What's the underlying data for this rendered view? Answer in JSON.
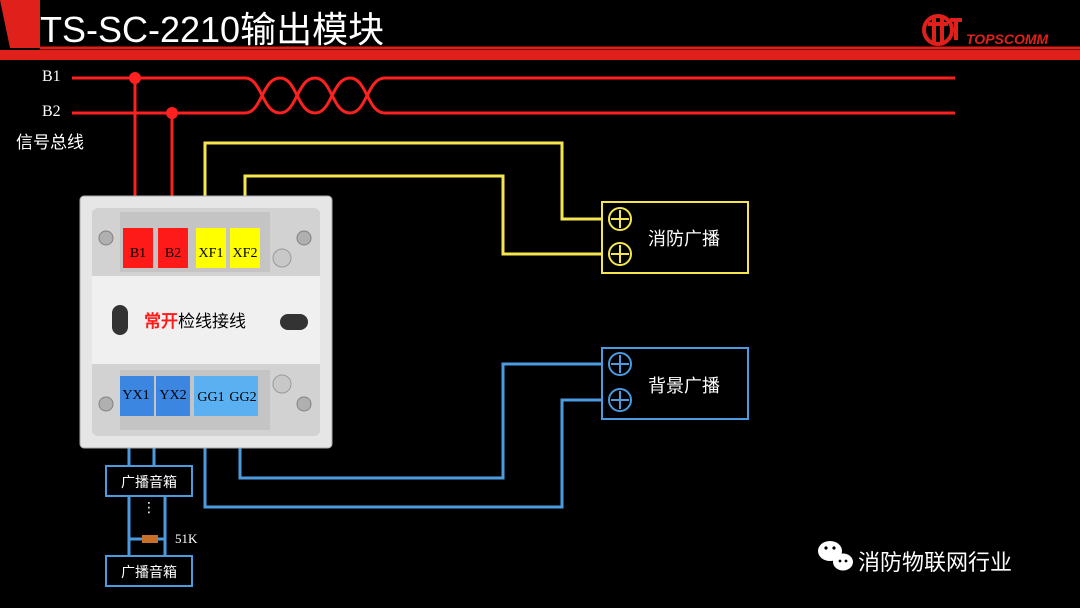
{
  "header": {
    "title": "TS-SC-2210输出模块",
    "brand": "TOPSCOMM"
  },
  "bus": {
    "b1": "B1",
    "b2": "B2",
    "caption": "信号总线"
  },
  "module": {
    "terminals_top": [
      "B1",
      "B2",
      "XF1",
      "XF2"
    ],
    "terminals_bottom": [
      "YX1",
      "YX2",
      "GG1",
      "GG2"
    ],
    "mode_highlight": "常开",
    "mode_text": "检线接线"
  },
  "devices": {
    "fire_broadcast": "消防广播",
    "background_broadcast": "背景广播"
  },
  "speaker": {
    "label_top": "广播音箱",
    "ellipsis": "⋮",
    "resistor": "51K",
    "label_bottom": "广播音箱"
  },
  "watermark": {
    "text": "消防物联网行业"
  },
  "colors": {
    "accent_red": "#e0201a",
    "bus_red": "#ff2020",
    "yellow": "#f5e650",
    "blue": "#4a9be0"
  }
}
